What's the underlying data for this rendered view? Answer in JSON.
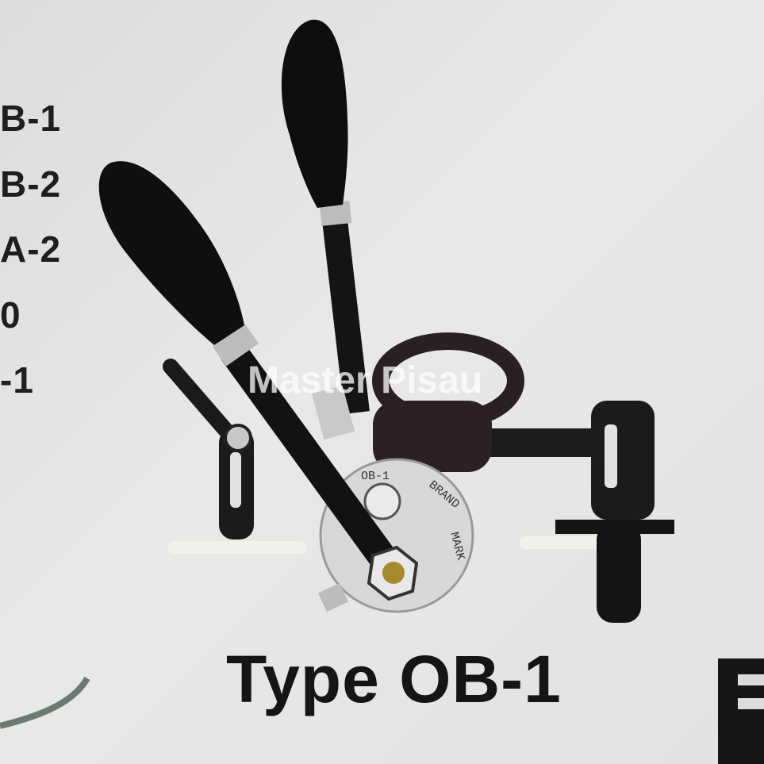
{
  "side_labels": [
    "B-1",
    "B-2",
    "A-2",
    "0",
    "-1"
  ],
  "caption": "Type OB-1",
  "watermark": "Master Pisau",
  "disc": {
    "model": "OB-1",
    "brand": "BRAND",
    "mark": "MARK"
  },
  "colors": {
    "background": "#e2e2e2",
    "tool_body": "#1a1a1a",
    "disc": "#d9d9d9",
    "text": "#1e1e1e"
  }
}
